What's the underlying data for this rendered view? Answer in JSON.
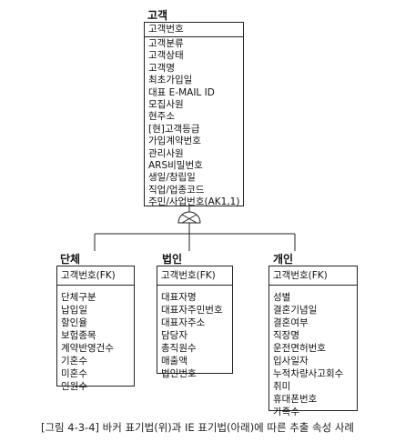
{
  "super": {
    "title": "고객",
    "pk": "고객번호",
    "attributes": [
      "고객분류",
      "고객상태",
      "고객명",
      "최초가입일",
      "대표 E-MAIL ID",
      "모집사원",
      "현주소",
      "[현]고객등급",
      "가입계약번호",
      "관리사원",
      "ARS비밀번호",
      "생일/창립일",
      "직업/업종코드",
      "주민/사업번호(AK1,1)"
    ]
  },
  "subtypes": [
    {
      "title": "단체",
      "pk": "고객번호(FK)",
      "attributes": [
        "단체구분",
        "납입일",
        "할인율",
        "보험종목",
        "계약반영건수",
        "기혼수",
        "미혼수",
        "인원수"
      ]
    },
    {
      "title": "법인",
      "pk": "고객번호(FK)",
      "attributes": [
        "대표자명",
        "대표자주민번호",
        "대표자주소",
        "담당자",
        "총직원수",
        "매출액",
        "법인번호"
      ]
    },
    {
      "title": "개인",
      "pk": "고객번호(FK)",
      "attributes": [
        "성별",
        "결혼기념일",
        "결혼여부",
        "직장명",
        "운전면허번호",
        "입사일자",
        "누적차량사고회수",
        "취미",
        "휴대폰번호",
        "가족수"
      ]
    }
  ],
  "caption": "[그림 4-3-4] 바커 표기법(위)과 IE 표기법(아래)에 따른 추출 속성 사례"
}
